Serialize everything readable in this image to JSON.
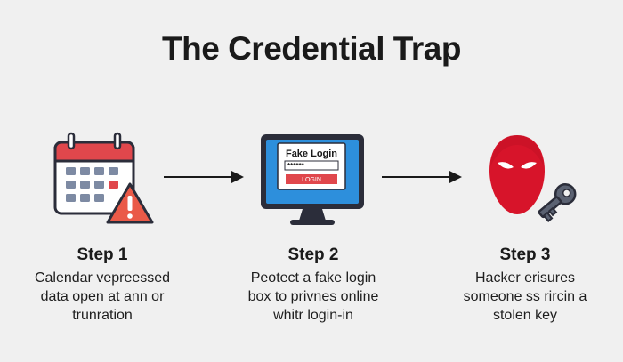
{
  "title": "The Credential Trap",
  "steps": [
    {
      "title": "Step 1",
      "desc_lines": [
        "Calendar vepreessed",
        "data open at ann or",
        "trunration"
      ],
      "icons": [
        "calendar-icon",
        "warning-icon"
      ]
    },
    {
      "title": "Step 2",
      "desc_lines": [
        "Peotect a fake login",
        "box to privnes online",
        "whitr login-in"
      ],
      "icons": [
        "monitor-icon"
      ],
      "login_box": {
        "title": "Fake Login",
        "password": "******",
        "button": "LOGIN"
      }
    },
    {
      "title": "Step 3",
      "desc_lines": [
        "Hacker erisures",
        "someone ss rircin a",
        "stolen key"
      ],
      "icons": [
        "hacker-mask-icon",
        "key-icon"
      ]
    }
  ],
  "arrows": [
    "arrow-right-icon",
    "arrow-right-icon"
  ],
  "colors": {
    "background": "#f0f0f0",
    "red": "#e0474c",
    "mask_red": "#d7142a",
    "screen_blue": "#2d8fdc",
    "dark": "#2b2d3a",
    "grey_cell": "#7d8aa3",
    "warning_orange": "#ea5a48"
  }
}
